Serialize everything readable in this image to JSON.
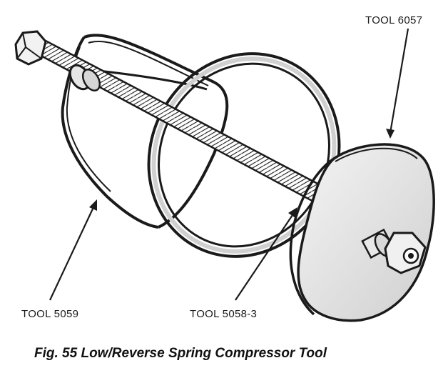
{
  "labels": {
    "tool_6057": "TOOL 6057",
    "tool_5059": "TOOL 5059",
    "tool_5058_3": "TOOL 5058-3"
  },
  "caption": "Fig. 55 Low/Reverse Spring Compressor Tool",
  "colors": {
    "ink": "#1a1a1a",
    "paper": "#ffffff",
    "shade": "#c8c8c8"
  }
}
